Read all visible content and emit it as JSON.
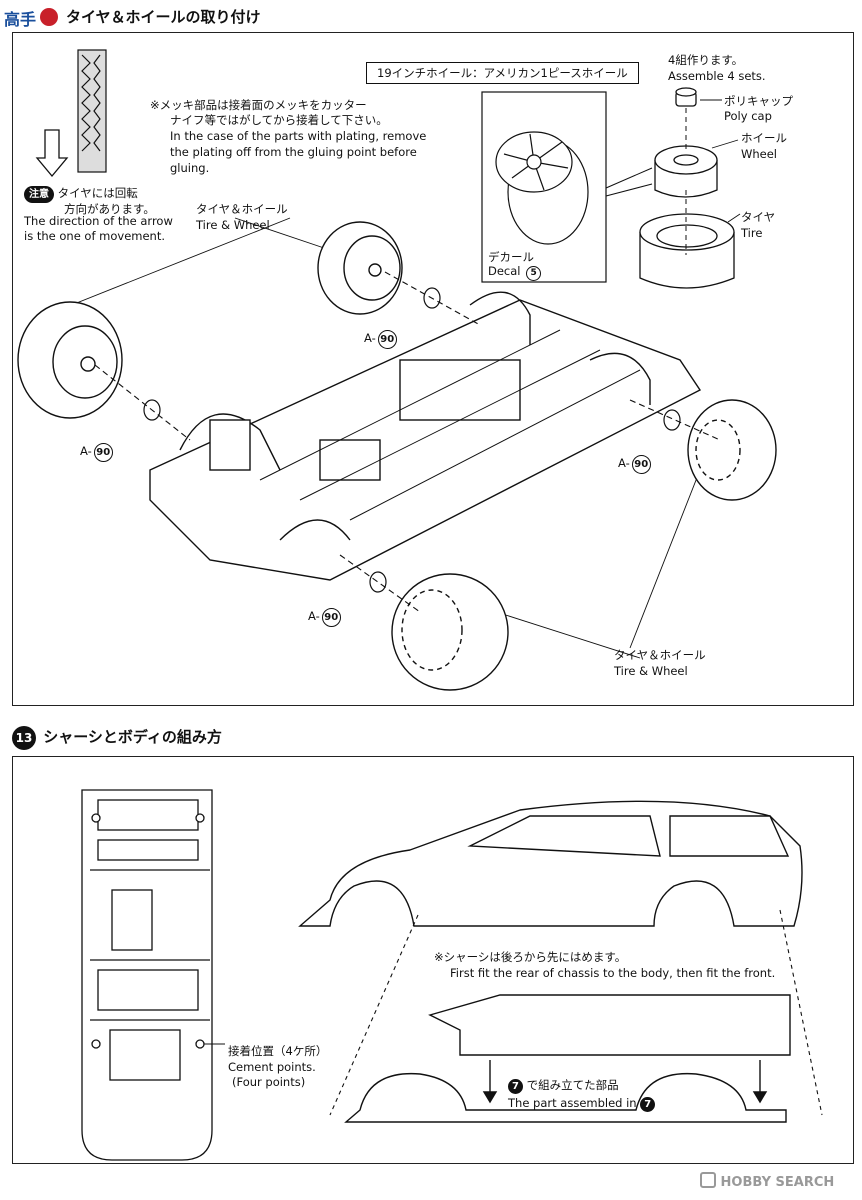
{
  "step12": {
    "title": "タイヤ＆ホイールの取り付け",
    "wheel_label": "19インチホイール：アメリカン1ピースホイール",
    "plating_note_ja": [
      "※メッキ部品は接着面のメッキをカッター",
      "ナイフ等ではがしてから接着して下さい。"
    ],
    "plating_note_en": [
      "In the case of the parts with plating, remove",
      "the plating off from the gluing point before",
      "gluing."
    ],
    "caution_badge": "注意",
    "direction_ja": [
      "タイヤには回転",
      "方向があります。"
    ],
    "direction_en": [
      "The direction of the arrow",
      "is the one of movement."
    ],
    "assemble_ja": "4組作ります。",
    "assemble_en": "Assemble 4 sets.",
    "polycap_ja": "ポリキャップ",
    "polycap_en": "Poly cap",
    "wheel_ja": "ホイール",
    "wheel_en": "Wheel",
    "tire_ja": "タイヤ",
    "tire_en": "Tire",
    "decal_ja": "デカール",
    "decal_en": "Decal",
    "decal_num": "5",
    "tire_wheel_top_ja": "タイヤ＆ホイール",
    "tire_wheel_top_en": "Tire & Wheel",
    "tire_wheel_bottom_ja": "タイヤ＆ホイール",
    "tire_wheel_bottom_en": "Tire & Wheel",
    "part_prefix": "A-",
    "part_num": "90"
  },
  "step13": {
    "number": "13",
    "title": "シャーシとボディの組み方",
    "cement_ja": "接着位置（4ケ所）",
    "cement_en": [
      "Cement points.",
      "(Four points)"
    ],
    "fit_note_ja": "※シャーシは後ろから先にはめます。",
    "fit_note_en": "First fit the rear of chassis to the body, then fit the front.",
    "assembled_ja": "で組み立てた部品",
    "assembled_en": "The part assembled in",
    "assembled_ref": "7"
  },
  "watermark": "HOBBY SEARCH",
  "logo_text": "高手"
}
